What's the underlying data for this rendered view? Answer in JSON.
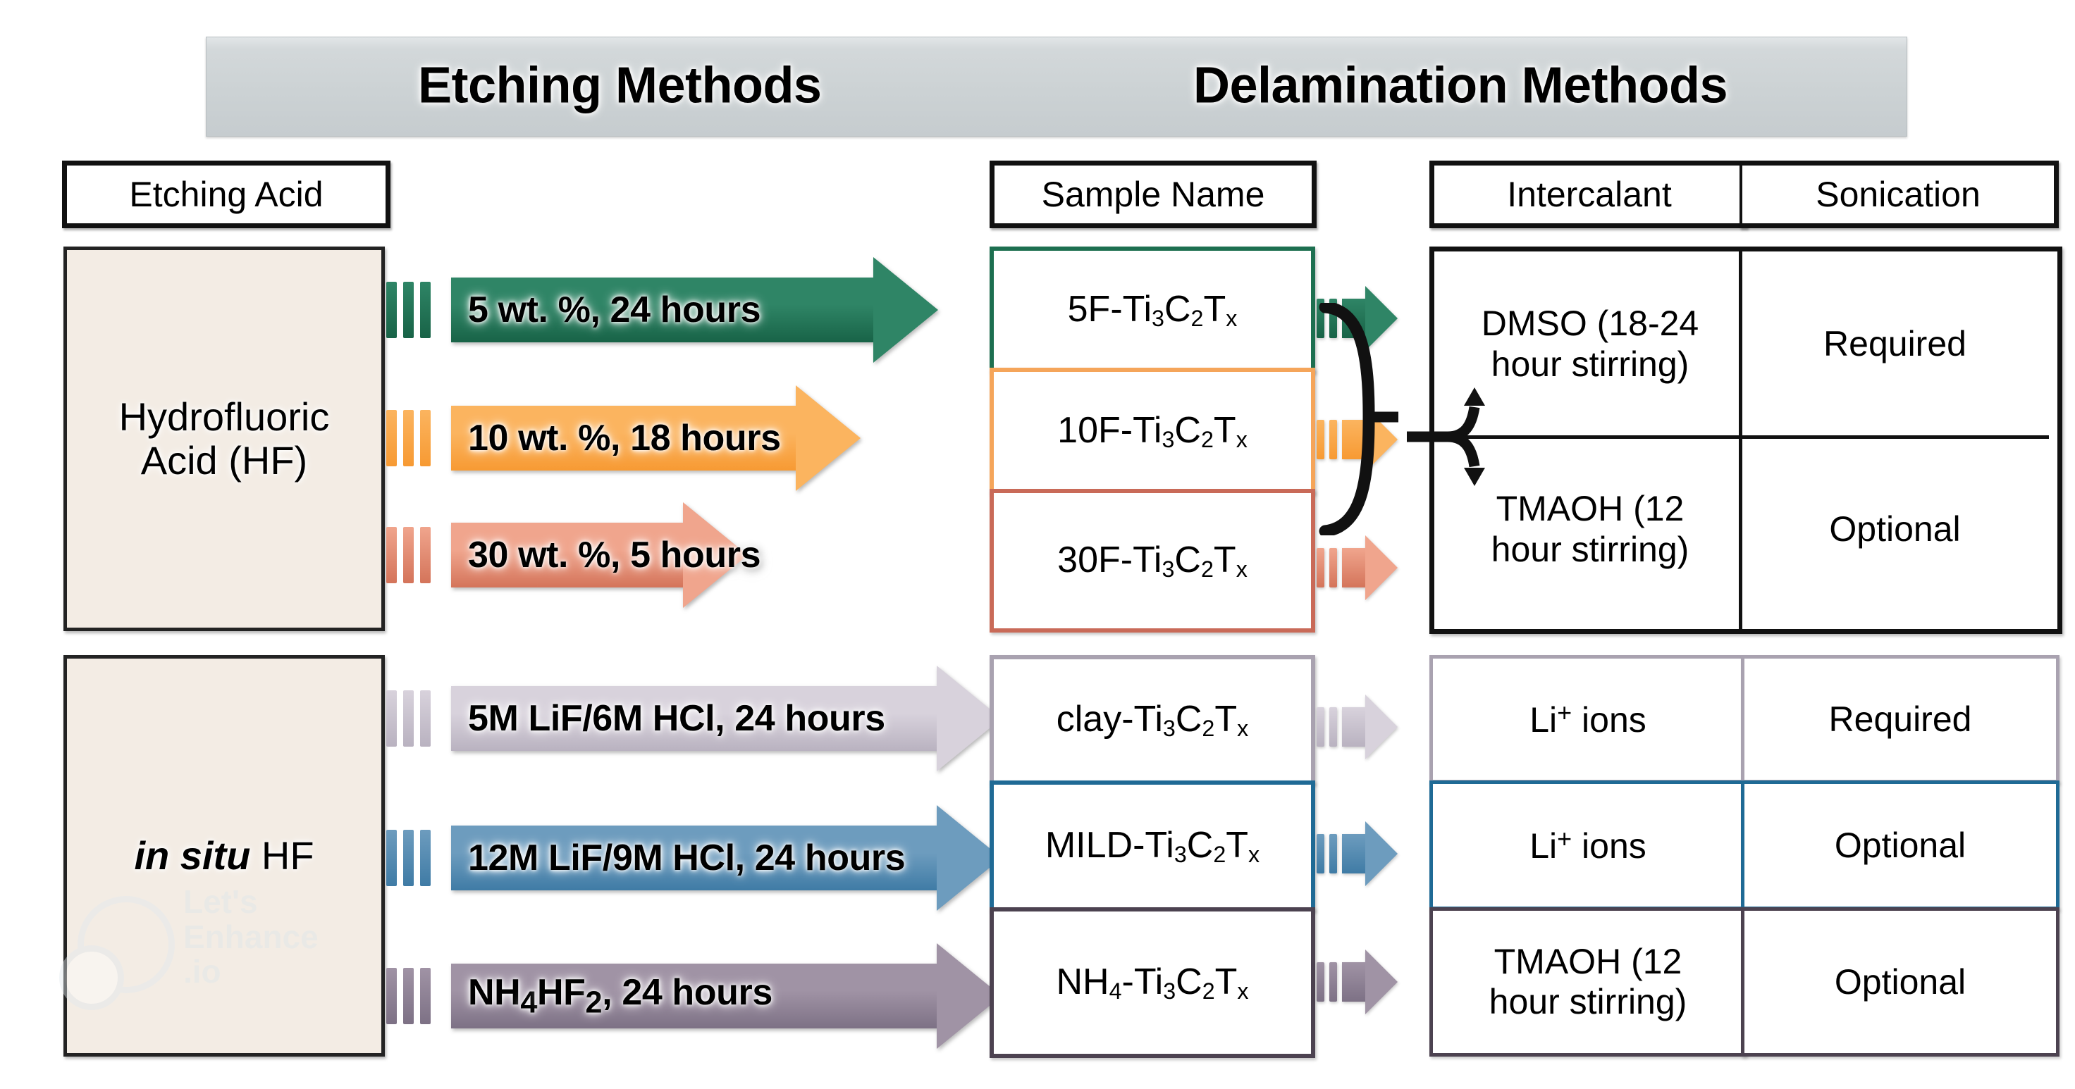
{
  "banner": {
    "etching": "Etching Methods",
    "delamination": "Delamination Methods"
  },
  "headers": {
    "etching_acid": "Etching Acid",
    "sample_name": "Sample Name",
    "intercalant": "Intercalant",
    "sonication": "Sonication"
  },
  "acids": [
    {
      "label": "Hydrofluoric\nAcid (HF)",
      "line1": "Hydrofluoric",
      "line2": "Acid (HF)"
    },
    {
      "label": "in situ HF",
      "italic": "in situ",
      "upright": "HF"
    }
  ],
  "watermark": {
    "line1": "Let's",
    "line2": "Enhance",
    "line3": ".io"
  },
  "rows": [
    {
      "condition": "5 wt. %, 24 hours",
      "sample_prefix": "5F-Ti",
      "sample_full": "5F-Ti3C2Tx",
      "arrow_color": "#2f8566",
      "arrow_edge": "#186347",
      "box_border": "#1d6f50",
      "arrow_len": 600
    },
    {
      "condition": "10 wt. %, 18 hours",
      "sample_prefix": "10F-Ti",
      "sample_full": "10F-Ti3C2Tx",
      "arrow_color": "#fbb45f",
      "arrow_edge": "#f79a33",
      "box_border": "#f5a55a",
      "arrow_len": 490
    },
    {
      "condition": "30 wt. %, 5 hours",
      "sample_prefix": "30F-Ti",
      "sample_full": "30F-Ti3C2Tx",
      "arrow_color": "#f0a58d",
      "arrow_edge": "#d4745a",
      "box_border": "#c96a58",
      "arrow_len": 330
    },
    {
      "condition": "5M LiF/6M HCl, 24 hours",
      "sample_prefix": "clay-Ti",
      "sample_full": "clay-Ti3C2Tx",
      "arrow_color": "#d8d2dc",
      "arrow_edge": "#b9b2c0",
      "box_border": "#a9a2b0",
      "arrow_len": 690
    },
    {
      "condition": "12M LiF/9M HCl, 24 hours",
      "sample_prefix": "MILD-Ti",
      "sample_full": "MILD-Ti3C2Tx",
      "arrow_color": "#6d9cbe",
      "arrow_edge": "#3f7ba5",
      "box_border": "#1f6a95",
      "arrow_len": 690
    },
    {
      "condition": "NH4HF2, 24 hours",
      "sample_prefix": "NH4-Ti",
      "sample_full": "NH4-Ti3C2Tx",
      "arrow_color": "#a093a5",
      "arrow_edge": "#7d7185",
      "box_border": "#4c4250",
      "arrow_len": 690
    }
  ],
  "formula": {
    "ti": "Ti",
    "sub3": "3",
    "c": "C",
    "sub2": "2",
    "t": "T",
    "subx": "x"
  },
  "top_table": {
    "intercalants": [
      "DMSO (18-24 hour stirring)",
      "TMAOH (12 hour stirring)"
    ],
    "intercalant_lines": [
      [
        "DMSO (18-24",
        "hour stirring)"
      ],
      [
        "TMAOH (12",
        "hour stirring)"
      ]
    ],
    "sonication": [
      "Required",
      "Optional"
    ]
  },
  "bottom_table": {
    "rows": [
      {
        "intercalant": "Li+ ions",
        "intercalant_base": "Li",
        "intercalant_sup": "+",
        "intercalant_tail": " ions",
        "sonication": "Required",
        "border": "#a9a2b0"
      },
      {
        "intercalant": "Li+ ions",
        "intercalant_base": "Li",
        "intercalant_sup": "+",
        "intercalant_tail": " ions",
        "sonication": "Optional",
        "border": "#1f6a95"
      },
      {
        "intercalant": "TMAOH (12 hour stirring)",
        "line1": "TMAOH (12",
        "line2": "hour stirring)",
        "sonication": "Optional",
        "border": "#4c4250"
      }
    ]
  },
  "tick_counts": 3
}
